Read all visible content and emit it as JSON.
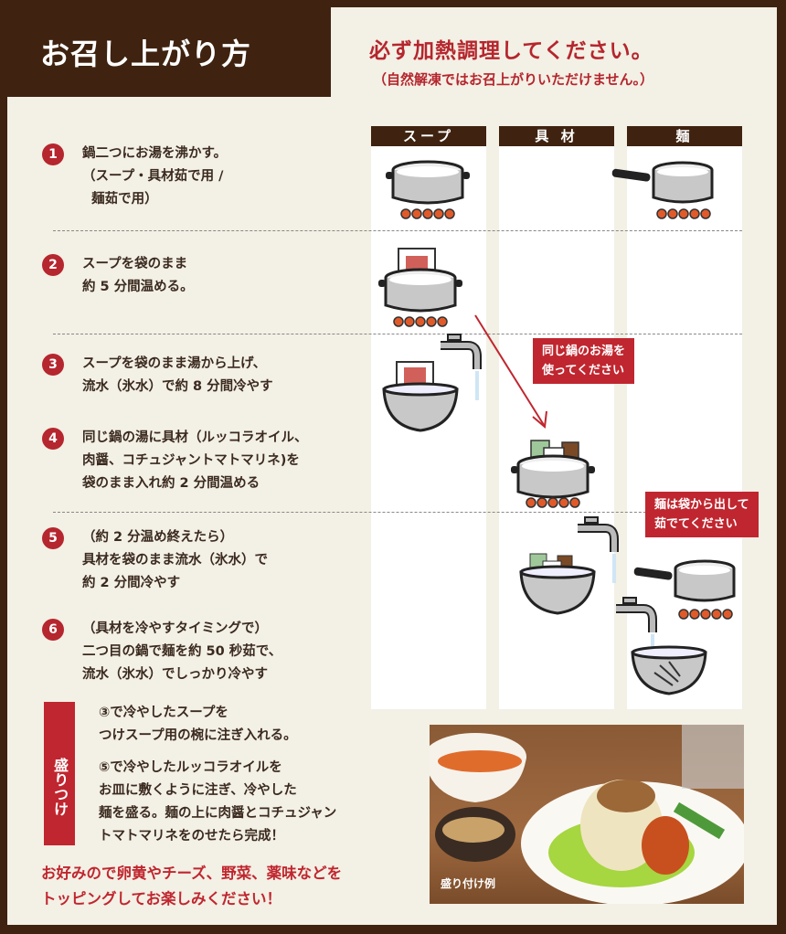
{
  "header": {
    "title": "お召し上がり方",
    "warning": "必ず加熱調理してください。",
    "note": "（自然解凍ではお召上がりいただけません。）"
  },
  "columns": [
    "スープ",
    "具 材",
    "麺"
  ],
  "steps": [
    {
      "num": "1",
      "text": "鍋二つにお湯を沸かす。\n（スープ・具材茹で用 /\n  麺茹で用）"
    },
    {
      "num": "2",
      "text": "スープを袋のまま\n約 5 分間温める。"
    },
    {
      "num": "3",
      "text": "スープを袋のまま湯から上げ、\n流水（氷水）で約 8 分間冷やす"
    },
    {
      "num": "4",
      "text": "同じ鍋の湯に具材（ルッコラオイル、\n肉醤、コチュジャントマトマリネ)を\n袋のまま入れ約 2 分間温める"
    },
    {
      "num": "5",
      "text": "（約 2 分温め終えたら）\n具材を袋のまま流水（氷水）で\n約 2 分間冷やす"
    },
    {
      "num": "6",
      "text": "（具材を冷やすタイミングで）\n二つ目の鍋で麺を約 50 秒茹で、\n流水（氷水）でしっかり冷やす"
    }
  ],
  "callouts": {
    "same_pot": "同じ鍋のお湯を\n使ってください",
    "noodle": "麺は袋から出して\n茹でてください"
  },
  "moritsuke": {
    "label": "盛りつけ",
    "text1": "③で冷やしたスープを\nつけスープ用の椀に注ぎ入れる。",
    "text2": "⑤で冷やしたルッコラオイルを\nお皿に敷くように注ぎ、冷やした\n麺を盛る。麺の上に肉醤とコチュジャン\nトマトマリネをのせたら完成！"
  },
  "extra": "お好みので卵黄やチーズ、野菜、薬味などを\nトッピングしてお楽しみください！",
  "photo_caption": "盛り付け例",
  "colors": {
    "brown": "#3f2310",
    "red": "#c0262f",
    "cream": "#f3f0e5"
  }
}
